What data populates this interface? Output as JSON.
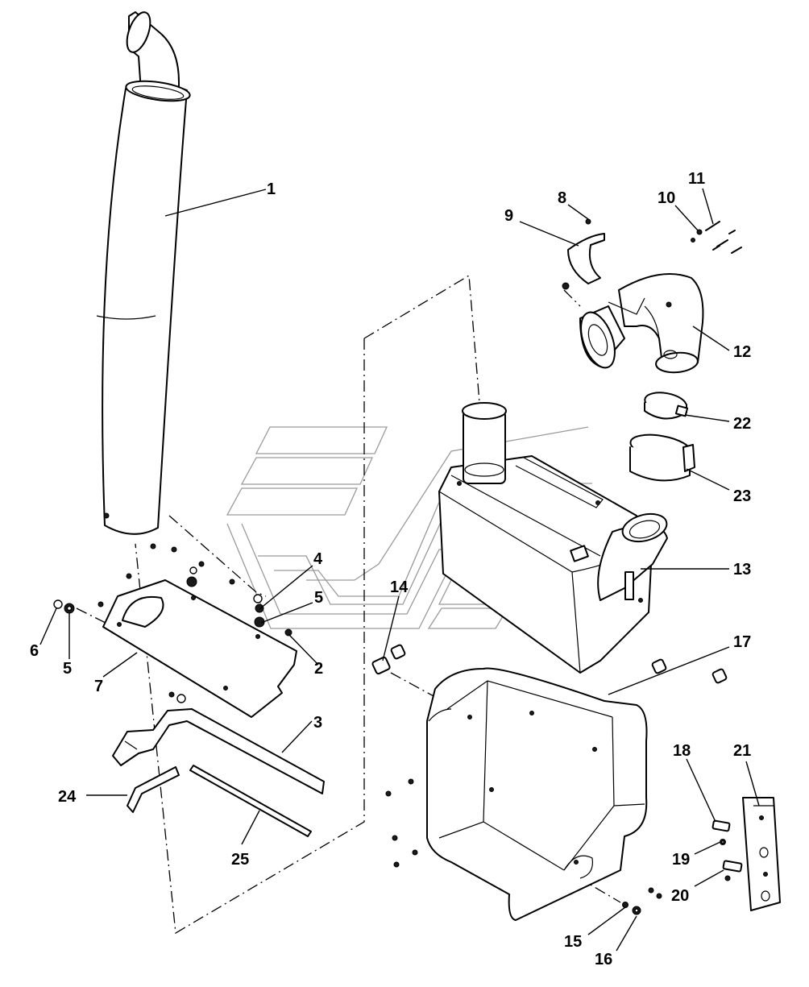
{
  "colors": {
    "line": "#000000",
    "background": "#ffffff",
    "watermark": "#9a9a9a"
  },
  "callouts": [
    {
      "id": "c1",
      "text": "1"
    },
    {
      "id": "c2",
      "text": "2"
    },
    {
      "id": "c3",
      "text": "3"
    },
    {
      "id": "c4",
      "text": "4"
    },
    {
      "id": "c5a",
      "text": "5"
    },
    {
      "id": "c5b",
      "text": "5"
    },
    {
      "id": "c6",
      "text": "6"
    },
    {
      "id": "c7",
      "text": "7"
    },
    {
      "id": "c8",
      "text": "8"
    },
    {
      "id": "c9",
      "text": "9"
    },
    {
      "id": "c10",
      "text": "10"
    },
    {
      "id": "c11",
      "text": "11"
    },
    {
      "id": "c12",
      "text": "12"
    },
    {
      "id": "c13",
      "text": "13"
    },
    {
      "id": "c14",
      "text": "14"
    },
    {
      "id": "c15",
      "text": "15"
    },
    {
      "id": "c16",
      "text": "16"
    },
    {
      "id": "c17",
      "text": "17"
    },
    {
      "id": "c18",
      "text": "18"
    },
    {
      "id": "c19",
      "text": "19"
    },
    {
      "id": "c20",
      "text": "20"
    },
    {
      "id": "c21",
      "text": "21"
    },
    {
      "id": "c22",
      "text": "22"
    },
    {
      "id": "c23",
      "text": "23"
    },
    {
      "id": "c24",
      "text": "24"
    },
    {
      "id": "c25",
      "text": "25"
    }
  ]
}
